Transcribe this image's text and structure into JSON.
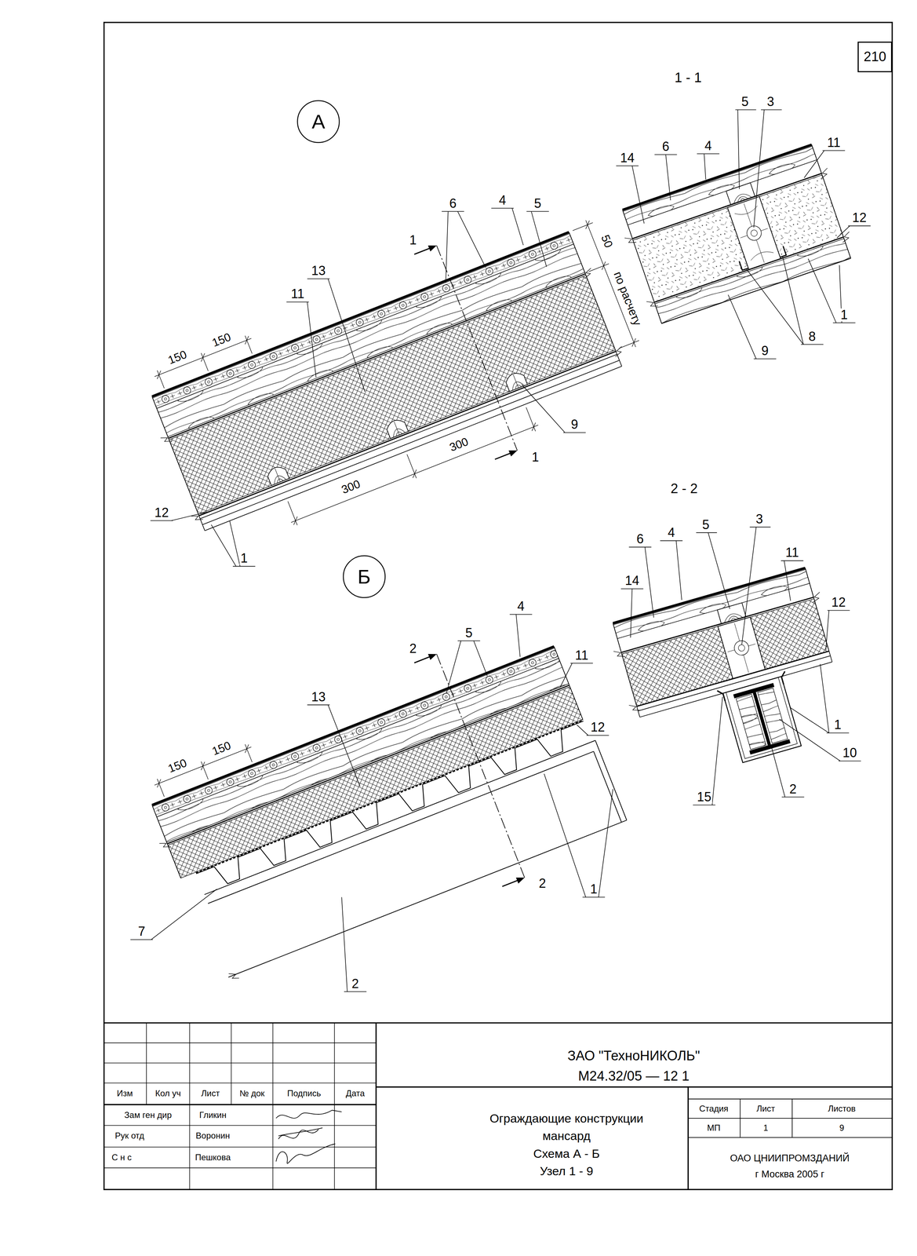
{
  "diagram": {
    "nodes": [
      {
        "text": [
          "210"
        ]
      },
      {
        "text": [
          "А"
        ]
      },
      {
        "text": [
          "Б"
        ]
      }
    ],
    "labels": [
      "1 - 1",
      "2 - 2",
      "6",
      "4",
      "5",
      "50",
      "по расчету",
      "13",
      "1",
      "11",
      "150",
      "150",
      "300",
      "300",
      "1",
      "9",
      "12",
      "1",
      "5",
      "3",
      "6",
      "4",
      "14",
      "11",
      "12",
      "1",
      "9",
      "8",
      "4",
      "5",
      "2",
      "11",
      "13",
      "12",
      "150",
      "150",
      "1",
      "2",
      "7",
      "2",
      "5",
      "3",
      "6",
      "4",
      "11",
      "14",
      "12",
      "1",
      "10",
      "15",
      "2",
      "Изм",
      "Кол уч",
      "Лист",
      "№ док",
      "Подпись",
      "Дата",
      "Зам ген дир",
      "Гликин",
      "Рук отд",
      "Воронин",
      "С н с",
      "Пешкова",
      "ЗАО \"ТехноНИКОЛЬ\"",
      "М24.32/05 — 12 1",
      "Ограждающие конструкции",
      "мансард",
      "Схема А - Б",
      "Узел 1 - 9",
      "Стадия",
      "Лист",
      "Листов",
      "МП",
      "1",
      "9",
      "ОАО ЦНИИПРОМЗДАНИЙ",
      "г Москва 2005 г"
    ]
  }
}
